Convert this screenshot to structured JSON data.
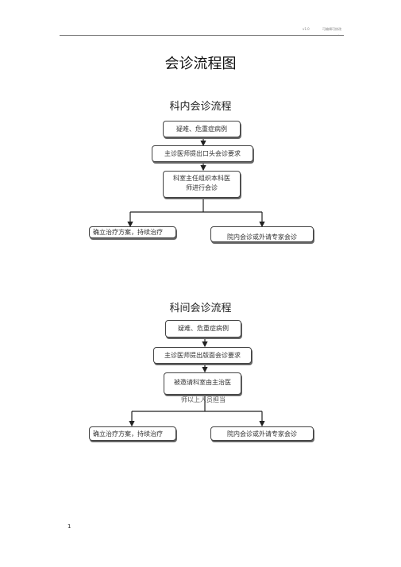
{
  "header": {
    "left": "v1.0",
    "right": "可编辑可修改",
    "mark": "."
  },
  "title": "会诊流程图",
  "flow1": {
    "heading": "科内会诊流程",
    "step1": "疑难、危重症病例",
    "step2": "主诊医师提出口头会诊要求",
    "step3_line1": "科室主任组织本科医",
    "step3_line2": "师进行会诊",
    "outcome_left": "确立治疗方案，持续治疗",
    "outcome_right": "院内会诊或外请专家会诊"
  },
  "flow2": {
    "heading": "科间会诊流程",
    "step1": "疑难、危重症病例",
    "step2": "主诊医师提出版面会诊要求",
    "step3": "被邀请科室由主治医",
    "step3_overflow": "师以上人员担当",
    "outcome_left": "确立治疗方案，持续治疗",
    "outcome_right": "院内会诊或外请专家会诊"
  },
  "page_number": "1"
}
